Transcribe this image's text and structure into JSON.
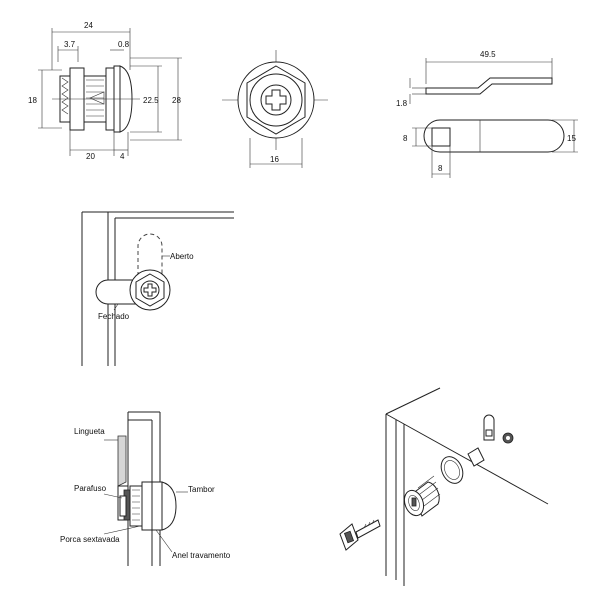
{
  "dimensions": {
    "top_width": "24",
    "left_offset": "3.7",
    "right_offset": "0.8",
    "height_left": "18",
    "inner_diameter": "22.5",
    "outer_diameter": "28",
    "bottom_left": "20",
    "bottom_right": "4",
    "front_width": "16",
    "cam_length": "49.5",
    "cam_thickness": "1.8",
    "cam_square": "8",
    "cam_square_bottom": "8",
    "cam_width": "15"
  },
  "labels": {
    "aberto": "Aberto",
    "fechado": "Fechado",
    "lingueta": "Lingueta",
    "parafuso": "Parafuso",
    "porca_sextavada": "Porca sextavada",
    "tambor": "Tambor",
    "anel_travamento": "Anel travamento"
  }
}
